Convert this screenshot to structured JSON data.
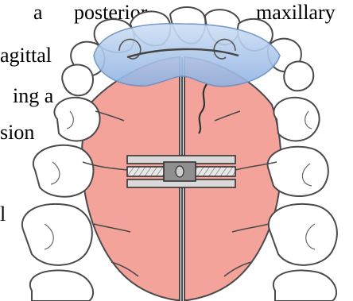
{
  "text_fragments": {
    "line1_a": "a",
    "line1_b": "posterior",
    "line1_c": "maxillary",
    "line2": "agittal",
    "line3": "ing a",
    "line4": "sion",
    "line5": "l"
  },
  "colors": {
    "palate": "#f4a39a",
    "teeth_outline": "#4a4a4a",
    "anterior_bow": "#a9c6ea",
    "expander_metal": "#d9d9d9",
    "expander_body": "#8f8f8f"
  }
}
